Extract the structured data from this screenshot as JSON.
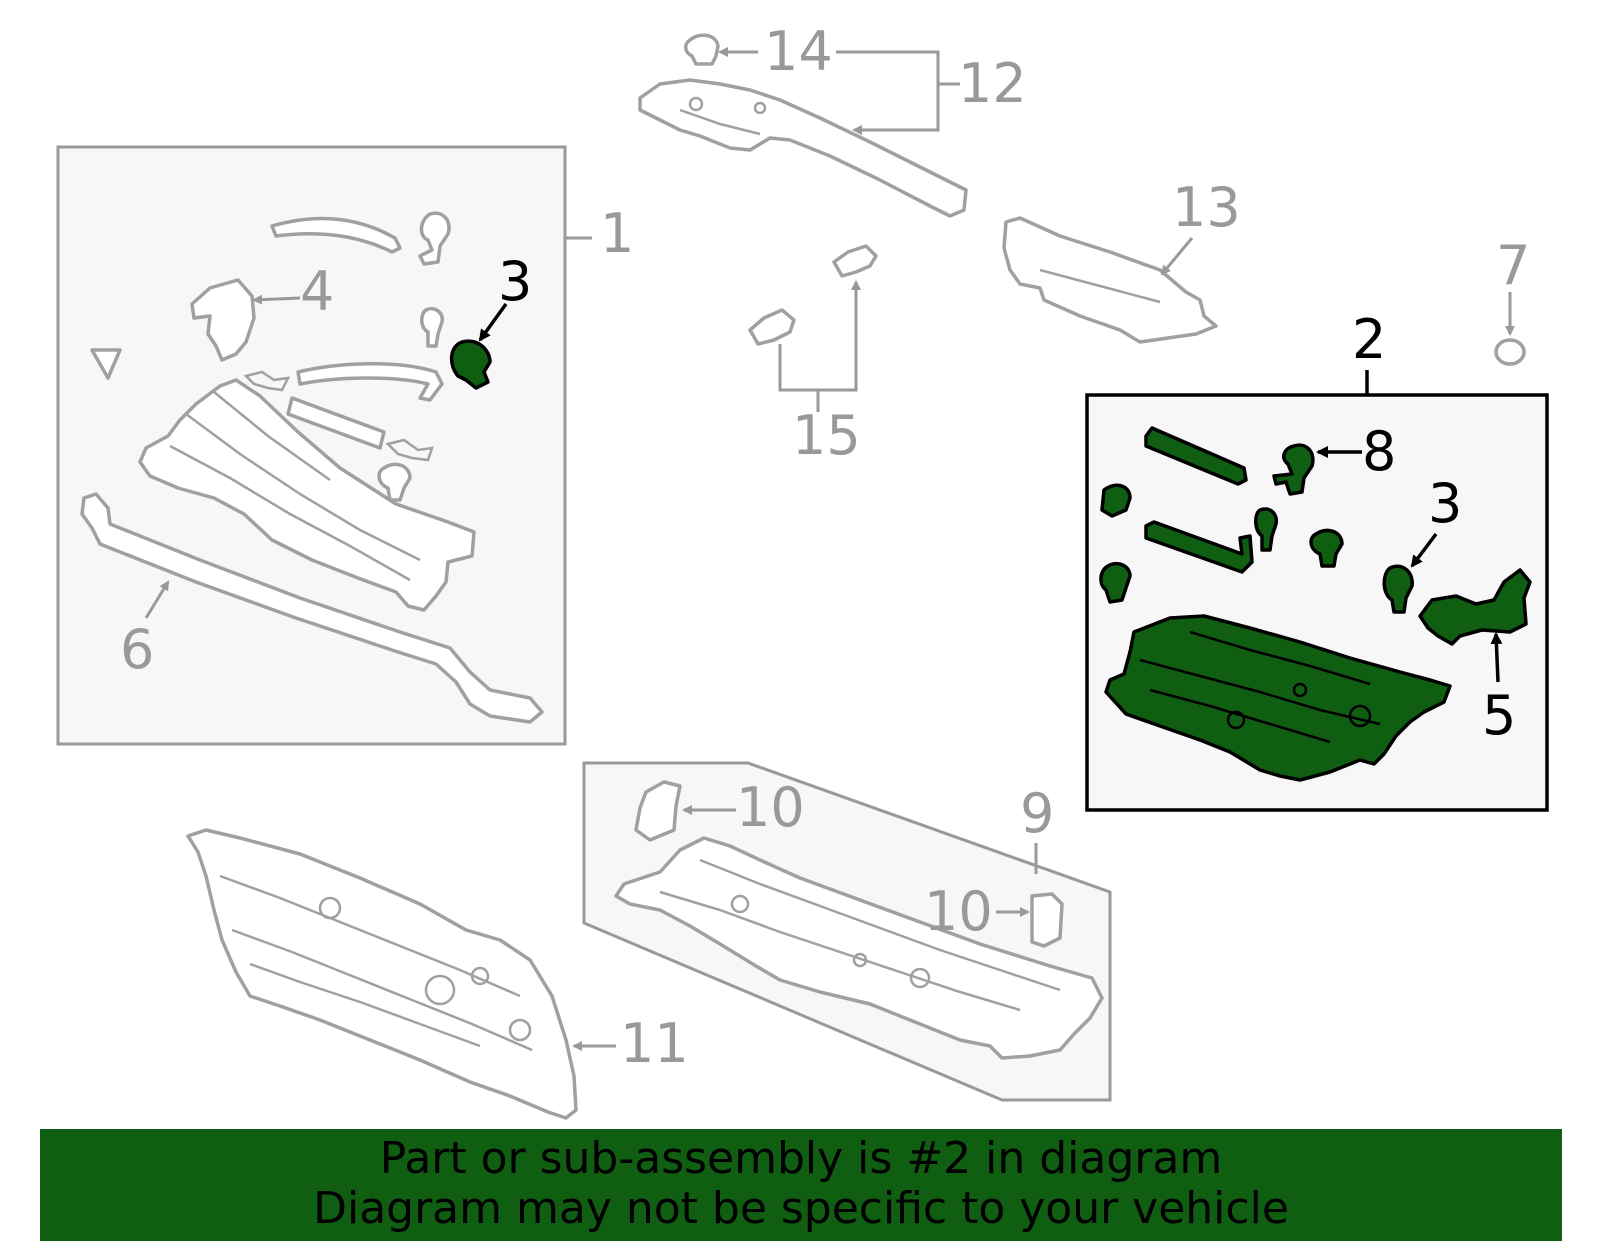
{
  "callouts": {
    "c1": "1",
    "c2": "2",
    "c3a": "3",
    "c3b": "3",
    "c4": "4",
    "c5": "5",
    "c6": "6",
    "c7": "7",
    "c8": "8",
    "c9": "9",
    "c10a": "10",
    "c10b": "10",
    "c11": "11",
    "c12": "12",
    "c13": "13",
    "c14": "14",
    "c15": "15"
  },
  "banner": {
    "line1": "Part or sub-assembly is #2 in diagram",
    "line2": "Diagram may not be specific to your vehicle"
  },
  "colors": {
    "highlight": "#0f5e12",
    "outline_grey": "#999999",
    "panel_bg": "#f7f7f7"
  }
}
